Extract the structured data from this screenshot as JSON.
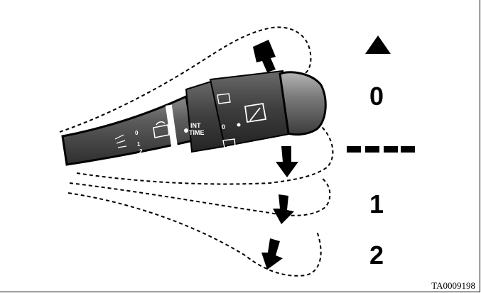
{
  "figure": {
    "id_label": "TA0009198",
    "positions": {
      "mist_symbol": "▲",
      "off": "0",
      "intermittent": "- - - -",
      "low": "1",
      "high": "2"
    },
    "stalk_labels": {
      "ring_int": "INT",
      "ring_time": "TIME",
      "ring_zero": "0",
      "scale_zero": "0",
      "scale_one": "1",
      "scale_two": "2"
    },
    "icons": [
      "arrow-up-icon",
      "arrow-down-icon",
      "wiper-icon",
      "washer-icon",
      "rear-wiper-icon",
      "rear-washer-icon"
    ],
    "colors": {
      "stalk_dark": "#3a3a3a",
      "stalk_mid": "#6e6e6e",
      "line": "#000000",
      "background": "#ffffff"
    }
  }
}
